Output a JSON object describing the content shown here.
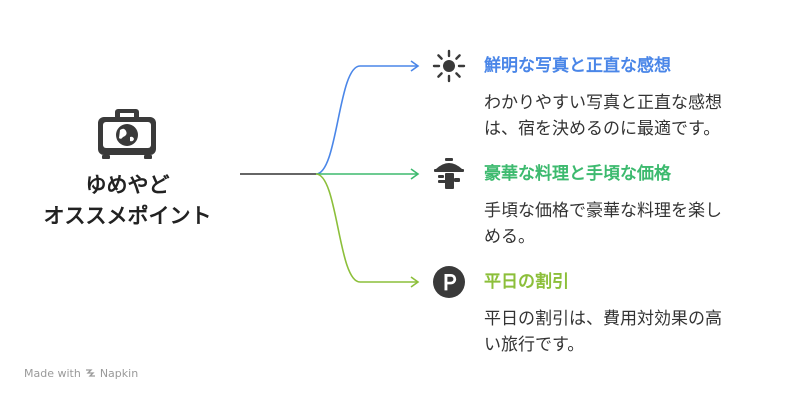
{
  "root": {
    "title_line1": "ゆめやど",
    "title_line2": "オススメポイント",
    "icon": "suitcase-globe-icon"
  },
  "branches": [
    {
      "title": "鮮明な写真と正直な感想",
      "desc_line1": "わかりやすい写真と正直な感想",
      "desc_line2": "は、宿を決めるのに最適です。",
      "color": "#4a86e8",
      "icon": "sun-icon"
    },
    {
      "title": "豪華な料理と手頃な価格",
      "desc_line1": "手頃な価格で豪華な料理を楽し",
      "desc_line2": "める。",
      "color": "#3dba6f",
      "icon": "serving-dish-icon"
    },
    {
      "title": "平日の割引",
      "desc_line1": "平日の割引は、費用対効果の高",
      "desc_line2": "い旅行です。",
      "color": "#8cbf3a",
      "icon": "p-badge-icon"
    }
  ],
  "footer": {
    "text": "Made with",
    "brand": "Napkin",
    "icon": "napkin-logo-icon"
  }
}
